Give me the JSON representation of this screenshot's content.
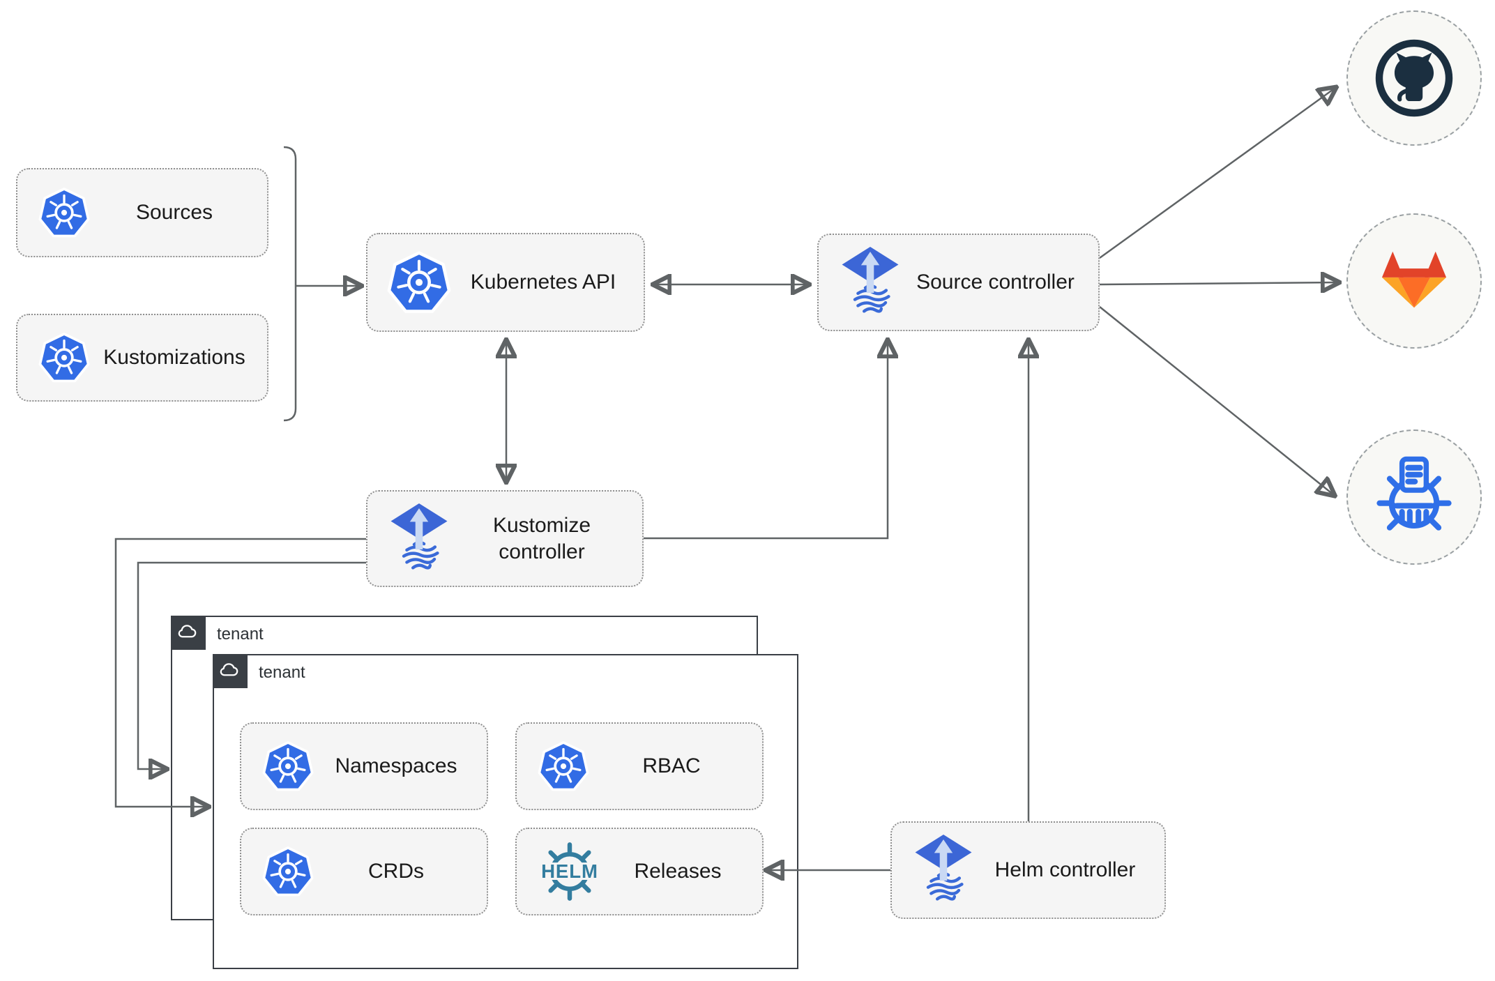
{
  "nodes": {
    "sources": {
      "label": "Sources"
    },
    "kustomizations": {
      "label": "Kustomizations"
    },
    "kubernetes_api": {
      "label": "Kubernetes API"
    },
    "source_controller": {
      "label": "Source controller"
    },
    "kustomize_controller": {
      "label": "Kustomize controller"
    },
    "helm_controller": {
      "label": "Helm controller"
    },
    "namespaces": {
      "label": "Namespaces"
    },
    "rbac": {
      "label": "RBAC"
    },
    "crds": {
      "label": "CRDs"
    },
    "releases": {
      "label": "Releases"
    }
  },
  "groups": {
    "outer_tenant": {
      "label": "tenant"
    },
    "inner_tenant": {
      "label": "tenant"
    }
  },
  "icons": {
    "kubernetes": "kubernetes-wheel",
    "flux": "flux-up-arrow-over-waves",
    "helm": "helm-ship-wheel",
    "helm_text": "HELM",
    "github": "github-octocat",
    "gitlab": "gitlab-tanuki",
    "registry": "kubernetes-manifest-registry",
    "cloud": "cloud"
  },
  "colors": {
    "kubernetes-blue": "#326ce5",
    "flux-blue": "#3c66d6",
    "flux-arrow-light": "#c9d9f4",
    "flux-wave-blue": "#3a6ad8",
    "helm-teal": "#337d9f",
    "github-navy": "#1b2f40",
    "gitlab-red": "#e24329",
    "gitlab-orange": "#fc6d26",
    "gitlab-light-orange": "#fca326",
    "registry-blue": "#2f6fe8",
    "arrow-gray": "#5f6365",
    "node-fill": "#f5f5f5",
    "node-border": "#8f8f8f",
    "tenant-dark": "#3a3f45",
    "circle-fill": "#f8f8f5",
    "text-dark": "#1a1a1a"
  }
}
